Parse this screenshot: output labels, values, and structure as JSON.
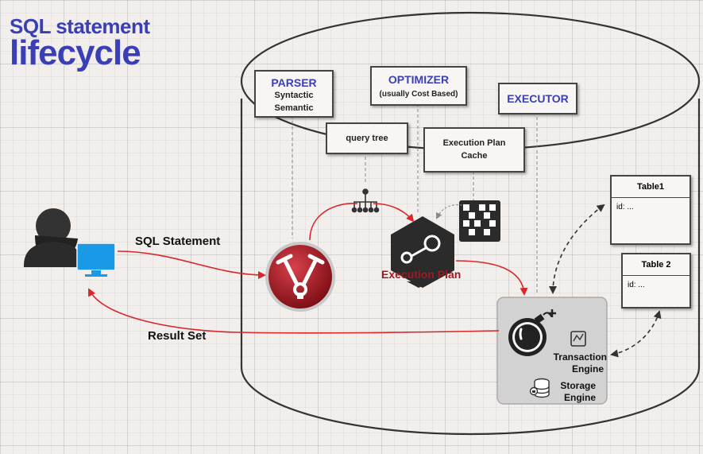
{
  "title": {
    "line1": "SQL statement",
    "line2": "lifecycle"
  },
  "parser": {
    "title": "PARSER",
    "lines": [
      "Syntactic",
      "Semantic"
    ]
  },
  "optimizer": {
    "title": "OPTIMIZER",
    "subtitle": "(usually Cost Based)"
  },
  "executor": {
    "title": "EXECUTOR"
  },
  "query_tree": {
    "label": "query tree"
  },
  "plan_cache": {
    "lines": [
      "Execution Plan",
      "Cache"
    ]
  },
  "execution_plan": {
    "label": "Execution Plan"
  },
  "tables": [
    {
      "name": "Table1",
      "row": "id: ..."
    },
    {
      "name": "Table 2",
      "row": "id: ..."
    }
  ],
  "engines": {
    "transaction": [
      "Transaction",
      "Engine"
    ],
    "storage": [
      "Storage",
      "Engine"
    ]
  },
  "flows": {
    "sql_statement": "SQL Statement",
    "result_set": "Result Set"
  },
  "colors": {
    "title": "#3b3fb5",
    "arrow": "#d8262b",
    "screen": "#1a9ae6",
    "parser_icon": "#a31822"
  }
}
